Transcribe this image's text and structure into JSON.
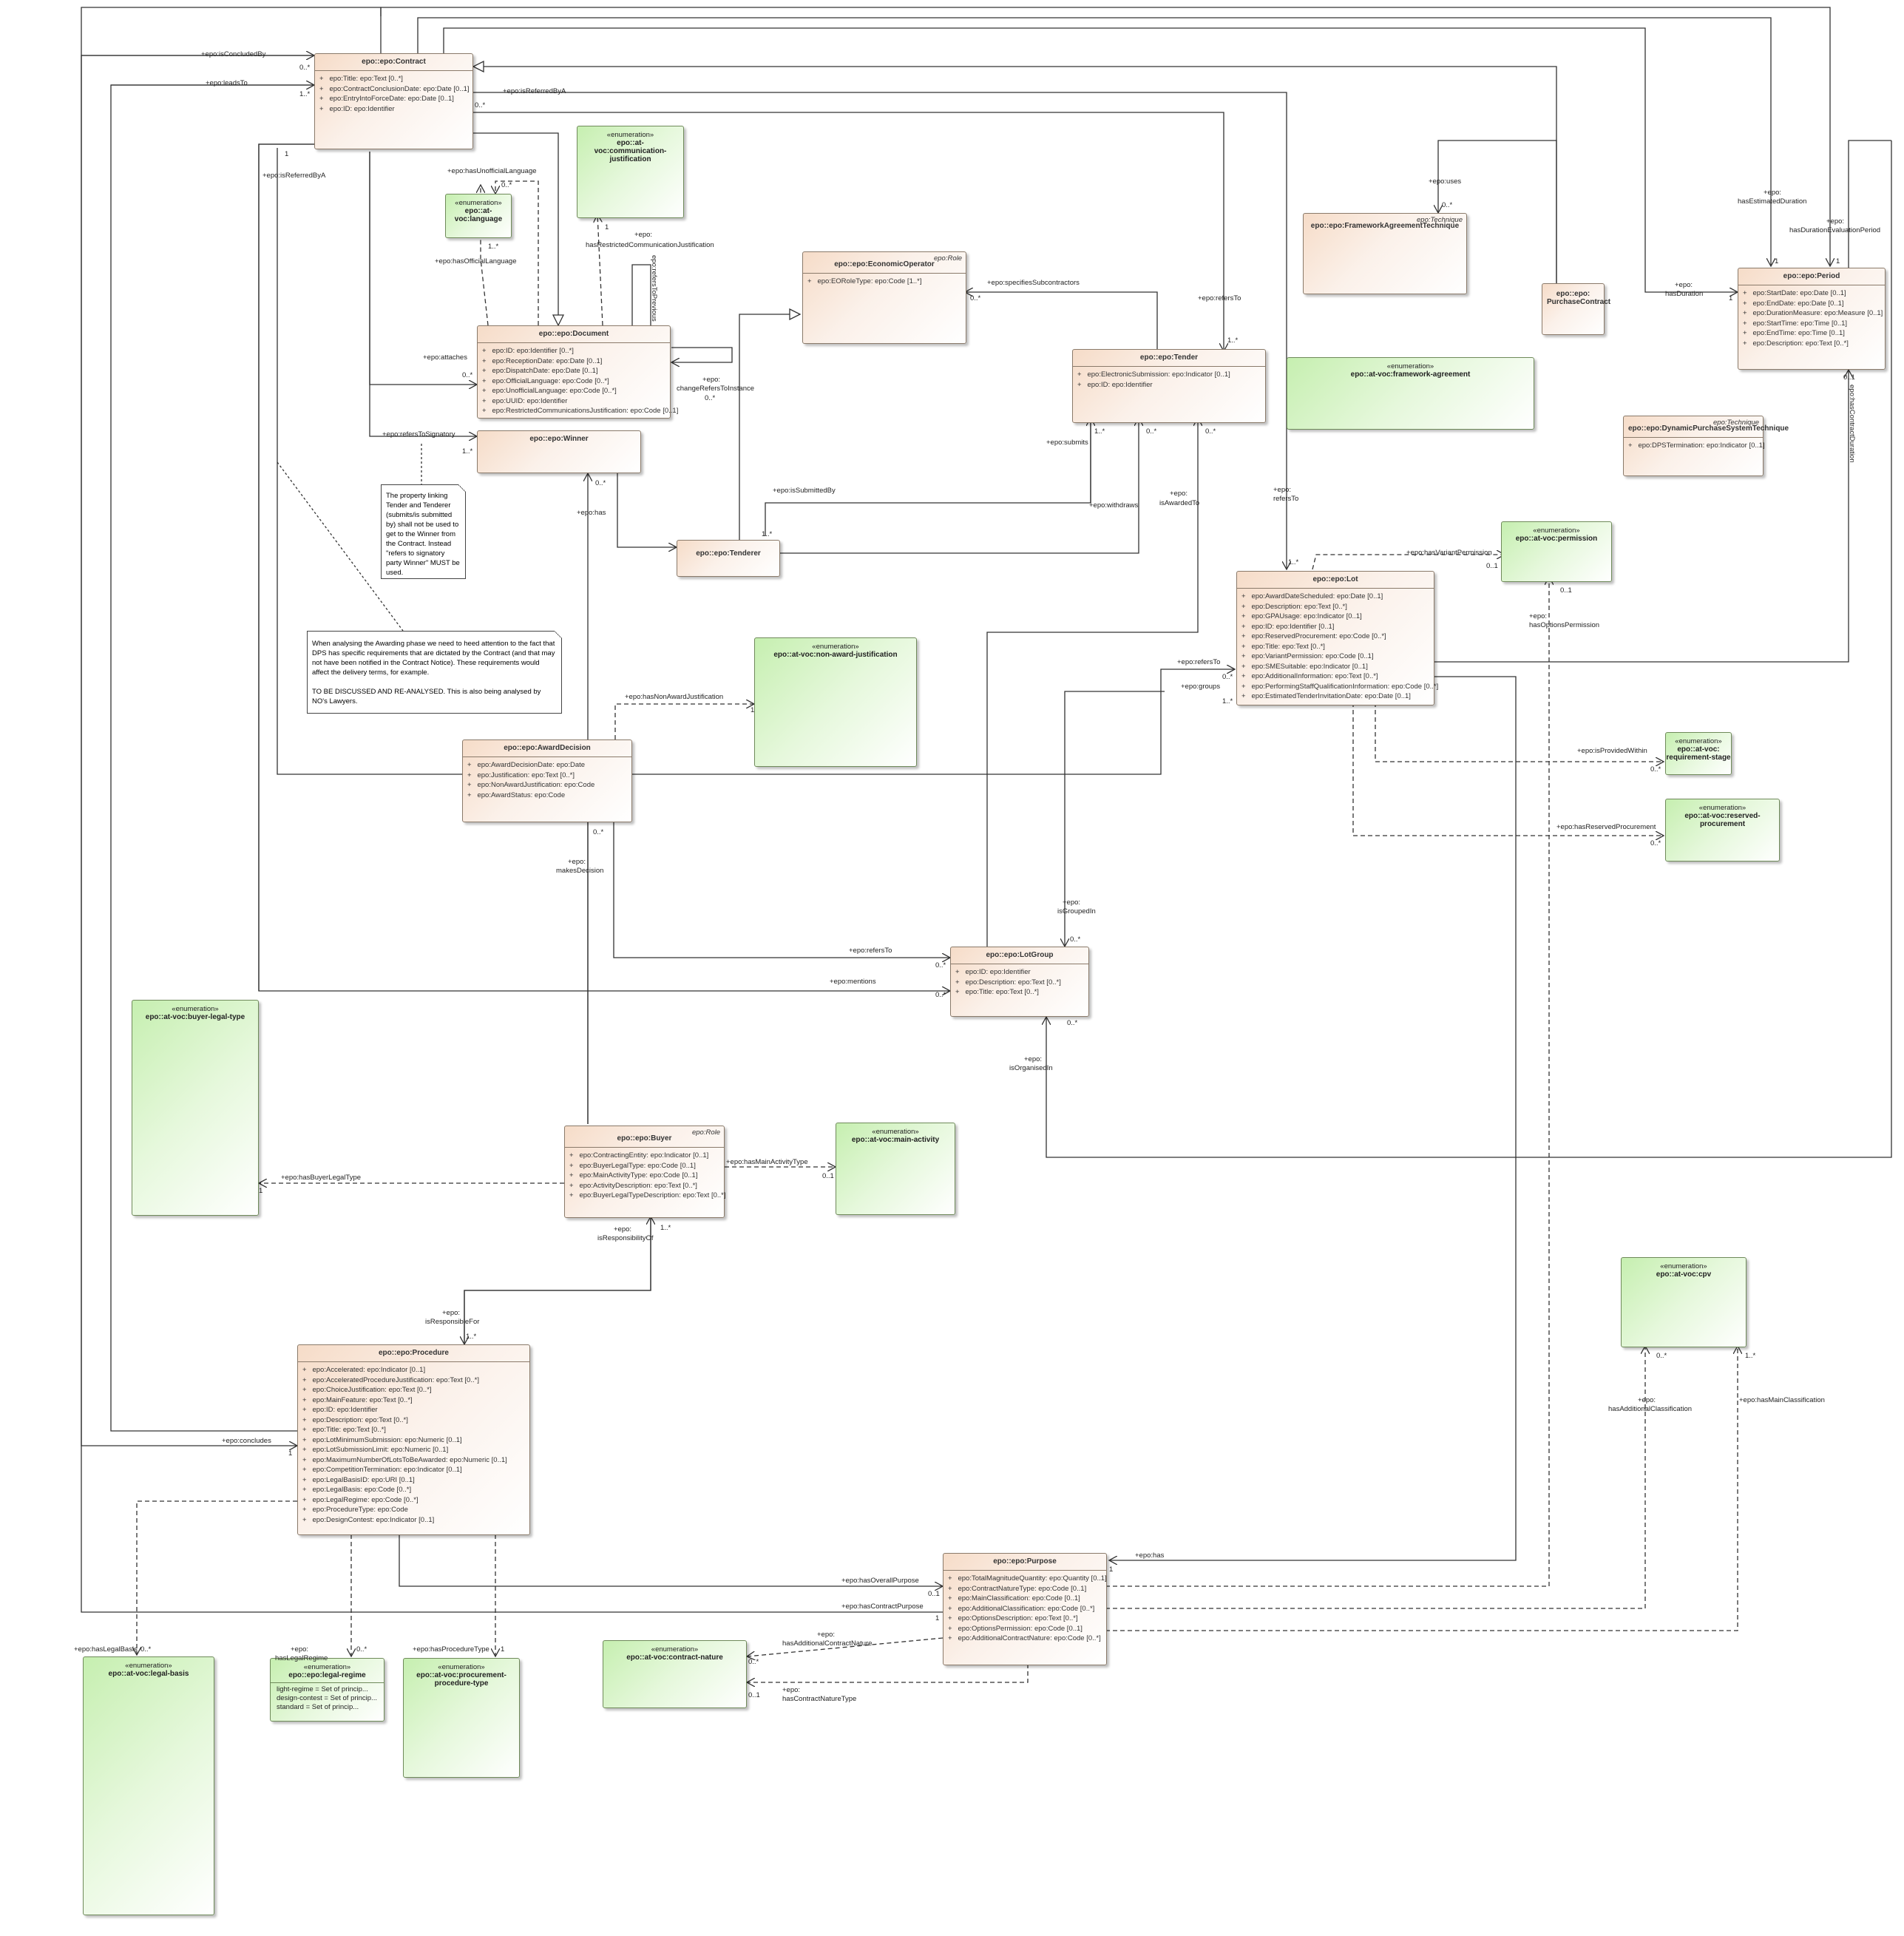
{
  "classes": {
    "contract": {
      "name": "epo::epo:Contract",
      "attrs": [
        "epo:Title: epo:Text [0..*]",
        "epo:ContractConclusionDate: epo:Date [0..1]",
        "epo:EntryIntoForceDate: epo:Date [0..1]",
        "epo:ID: epo:Identifier"
      ]
    },
    "document": {
      "name": "epo::epo:Document",
      "attrs": [
        "epo:ID: epo:Identifier [0..*]",
        "epo:ReceptionDate: epo:Date [0..1]",
        "epo:DispatchDate: epo:Date [0..1]",
        "epo:OfficialLanguage: epo:Code [0..*]",
        "epo:UnofficialLanguage: epo:Code [0..*]",
        "epo:UUID: epo:Identifier",
        "epo:RestrictedCommunicationsJustification: epo:Code [0..1]"
      ]
    },
    "winner": {
      "name": "epo::epo:Winner"
    },
    "economic_operator": {
      "stereotype": "epo:Role",
      "name": "epo::epo:EconomicOperator",
      "attrs": [
        "epo:EORoleType: epo:Code [1..*]"
      ]
    },
    "tender": {
      "name": "epo::epo:Tender",
      "attrs": [
        "epo:ElectronicSubmission: epo:Indicator [0..1]",
        "epo:ID: epo:Identifier"
      ]
    },
    "tenderer": {
      "name": "epo::epo:Tenderer"
    },
    "framework_technique": {
      "stereotype": "epo:Technique",
      "name": "epo::epo:FrameworkAgreementTechnique"
    },
    "purchase_contract": {
      "name": "epo::epo:",
      "name2": "PurchaseContract"
    },
    "period": {
      "name": "epo::epo:Period",
      "attrs": [
        "epo:StartDate: epo:Date [0..1]",
        "epo:EndDate: epo:Date [0..1]",
        "epo:DurationMeasure: epo:Measure [0..1]",
        "epo:StartTime: epo:Time [0..1]",
        "epo:EndTime: epo:Time [0..1]",
        "epo:Description: epo:Text [0..*]"
      ]
    },
    "dps_technique": {
      "stereotype": "epo:Technique",
      "name": "epo::epo:DynamicPurchaseSystemTechnique",
      "attrs": [
        "epo:DPSTermination: epo:Indicator [0..1]"
      ]
    },
    "lot": {
      "name": "epo::epo:Lot",
      "attrs": [
        "epo:AwardDateScheduled: epo:Date [0..1]",
        "epo:Description: epo:Text [0..*]",
        "epo:GPAUsage: epo:Indicator [0..1]",
        "epo:ID: epo:Identifier [0..1]",
        "epo:ReservedProcurement: epo:Code [0..*]",
        "epo:Title: epo:Text [0..*]",
        "epo:VariantPermission: epo:Code [0..1]",
        "epo:SMESuitable: epo:Indicator [0..1]",
        "epo:AdditionalInformation: epo:Text [0..*]",
        "epo:PerformingStaffQualificationInformation: epo:Code [0..*]",
        "epo:EstimatedTenderInvitationDate: epo:Date [0..1]"
      ]
    },
    "award_decision": {
      "name": "epo::epo:AwardDecision",
      "attrs": [
        "epo:AwardDecisionDate: epo:Date",
        "epo:Justification: epo:Text [0..*]",
        "epo:NonAwardJustification: epo:Code",
        "epo:AwardStatus: epo:Code"
      ]
    },
    "lot_group": {
      "name": "epo::epo:LotGroup",
      "attrs": [
        "epo:ID: epo:Identifier",
        "epo:Description: epo:Text [0..*]",
        "epo:Title: epo:Text [0..*]"
      ]
    },
    "buyer": {
      "stereotype": "epo:Role",
      "name": "epo::epo:Buyer",
      "attrs": [
        "epo:ContractingEntity: epo:Indicator [0..1]",
        "epo:BuyerLegalType: epo:Code [0..1]",
        "epo:MainActivityType: epo:Code [0..1]",
        "epo:ActivityDescription: epo:Text [0..*]",
        "epo:BuyerLegalTypeDescription: epo:Text [0..*]"
      ]
    },
    "procedure": {
      "name": "epo::epo:Procedure",
      "attrs": [
        "epo:Accelerated: epo:Indicator [0..1]",
        "epo:AcceleratedProcedureJustification: epo:Text [0..*]",
        "epo:ChoiceJustification: epo:Text [0..*]",
        "epo:MainFeature: epo:Text [0..*]",
        "epo:ID: epo:Identifier",
        "epo:Description: epo:Text [0..*]",
        "epo:Title: epo:Text [0..*]",
        "epo:LotMinimumSubmission: epo:Numeric [0..1]",
        "epo:LotSubmissionLimit: epo:Numeric [0..1]",
        "epo:MaximumNumberOfLotsToBeAwarded: epo:Numeric [0..1]",
        "epo:CompetitionTermination: epo:Indicator [0..1]",
        "epo:LegalBasisID: epo:URI [0..1]",
        "epo:LegalBasis: epo:Code [0..*]",
        "epo:LegalRegime: epo:Code [0..*]",
        "epo:ProcedureType: epo:Code",
        "epo:DesignContest: epo:Indicator [0..1]"
      ]
    },
    "purpose": {
      "name": "epo::epo:Purpose",
      "attrs": [
        "epo:TotalMagnitudeQuantity: epo:Quantity [0..1]",
        "epo:ContractNatureType: epo:Code [0..1]",
        "epo:MainClassification: epo:Code [0..1]",
        "epo:AdditionalClassification: epo:Code [0..*]",
        "epo:OptionsDescription: epo:Text [0..*]",
        "epo:OptionsPermission: epo:Code [0..1]",
        "epo:AdditionalContractNature: epo:Code [0..*]"
      ]
    }
  },
  "enums": {
    "stereotype": "«enumeration»",
    "language": "epo::at-voc:language",
    "comm_justification": "epo::at-voc:communication-justification",
    "framework_agreement": "epo::at-voc:framework-agreement",
    "permission": "epo::at-voc:permission",
    "non_award": "epo::at-voc:non-award-justification",
    "requirement_stage": "epo::at-voc: requirement-stage",
    "reserved_procurement": "epo::at-voc:reserved-procurement",
    "buyer_legal_type": "epo::at-voc:buyer-legal-type",
    "main_activity": "epo::at-voc:main-activity",
    "cpv": "epo::at-voc:cpv",
    "legal_basis": "epo::at-voc:legal-basis",
    "legal_regime": "epo::epo:legal-regime",
    "legal_regime_literals": [
      "light-regime = Set of princip...",
      "design-contest = Set of princip...",
      "standard = Set of princip..."
    ],
    "procurement_procedure_type": "epo::at-voc:procurement-procedure-type",
    "contract_nature": "epo::at-voc:contract-nature"
  },
  "notes": {
    "tender_note": "The property linking Tender and Tenderer (submits/is submitted by) shall not be used to get to the Winner from the Contract. Instead \"refers to signatory party Winner\" MUST be used.",
    "dps_note_1": "When analysing the Awarding phase we need to heed attention to the fact that DPS has specific requirements that are dictated by the Contract (and that may not have been notified in the Contract Notice). These requirements would affect the delivery terms, for example.",
    "dps_note_2": "TO BE DISCUSSED AND RE-ANALYSED. This is also being analysed by NO's Lawyers."
  },
  "labels": {
    "is_concluded_by": "+epo:isConcludedBy",
    "leads_to": "+epo:leadsTo",
    "is_referred_by_a": "+epo:isReferredByA",
    "is_referred_by_a_2": "+epo:isReferredByA",
    "has_unofficial_language": "+epo:hasUnofficialLanguage",
    "has_official_language": "+epo:hasOfficialLanguage",
    "has_restricted_comm": "hasRestrictedCommunicationJustification",
    "epo_prefix": "+epo:",
    "refers_to_previous": "epo:refersToPrevious",
    "attaches": "+epo:attaches",
    "change_refers_to_instance": "changeRefersToInstance",
    "refers_to_signatory": "+epo:refersToSignatory",
    "has": "+epo:has",
    "specifies_subcontractors": "+epo:specifiesSubcontractors",
    "refers_to": "+epo:refersTo",
    "uses": "+epo:uses",
    "has_estimated_duration": "hasEstimatedDuration",
    "has_duration_evaluation_period": "hasDurationEvaluationPeriod",
    "has_duration": "hasDuration",
    "has_contract_duration": "epo:hasContractDuration",
    "submits": "+epo:submits",
    "withdraws": "+epo:withdraws",
    "is_submitted_by": "+epo:isSubmittedBy",
    "is_awarded_to": "isAwardedTo",
    "refers_to_short": "refersTo",
    "has_variant_permission": "+epo:hasVariantPermission",
    "has_options_permission": "hasOptionsPermission",
    "groups": "+epo:groups",
    "has_non_award_justification": "+epo:hasNonAwardJustification",
    "is_provided_within": "+epo:isProvidedWithin",
    "has_reserved_procurement": "+epo:hasReservedProcurement",
    "is_grouped_in": "isGroupedIn",
    "makes_decision": "makesDecision",
    "mentions": "+epo:mentions",
    "is_organised_in": "isOrganisedIn",
    "has_buyer_legal_type": "+epo:hasBuyerLegalType",
    "has_main_activity_type": "+epo:hasMainActivityType",
    "is_responsibility_of": "isResponsibilityOf",
    "is_responsible_for": "isResponsibleFor",
    "concludes": "+epo:concludes",
    "has_additional_classification": "hasAdditionalClassification",
    "has_main_classification": "+epo:hasMainClassification",
    "has_overall_purpose": "+epo:hasOverallPurpose",
    "has_contract_purpose": "+epo:hasContractPurpose",
    "has_legal_basis": "+epo:hasLegalBasis",
    "has_legal_regime": "hasLegalRegime",
    "has_procedure_type": "+epo:hasProcedureType",
    "has_additional_contract_nature": "hasAdditionalContractNature",
    "has_contract_nature_type": "hasContractNatureType"
  },
  "mult": {
    "zero_many": "0..*",
    "one_many": "1..*",
    "one": "1",
    "zero_one": "0..1"
  },
  "colors": {
    "class_fill": "#f6dcc8",
    "enum_fill": "#c6efb0",
    "line": "#333333"
  }
}
